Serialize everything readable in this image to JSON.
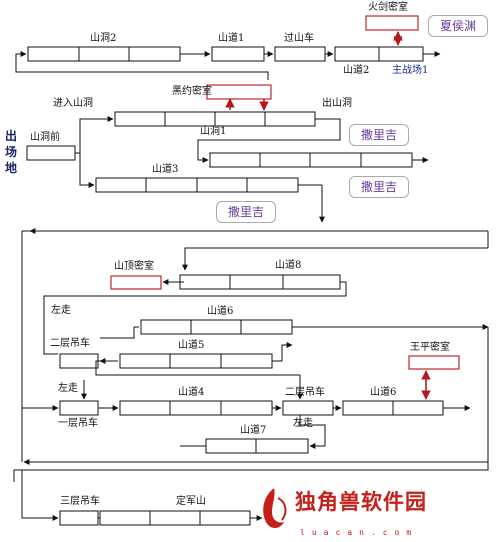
{
  "sidebar_title": "出场地",
  "labels": {
    "shandong2": "山洞2",
    "shandao1": "山道1",
    "guoshanche": "过山车",
    "shandao2": "山道2",
    "zhuzhanchang1": "主战场1",
    "huojian_mishi": "火剑密室",
    "heiyue_mishi": "黑约密室",
    "jinru_shandong": "进入山洞",
    "chu_shandong": "出山洞",
    "shandong_qian": "山洞前",
    "shandong1": "山洞1",
    "shandao3": "山道3",
    "shanding_mishi": "山顶密室",
    "shandao8": "山道8",
    "zuozou_1": "左走",
    "shandao6_top": "山道6",
    "erceng_diaoche_1": "二层吊车",
    "shandao5": "山道5",
    "zuozou_2": "左走",
    "wangping_mishi": "王平密室",
    "shandao4": "山道4",
    "erceng_diaoche_2": "二层吊车",
    "shandao6_bottom": "山道6",
    "yiceng_diaoche": "一层吊车",
    "zuozou_3": "左走",
    "shandao7": "山道7",
    "sanceng_diaoche": "三层吊车",
    "dingjunshan": "定军山"
  },
  "bubbles": {
    "xiahou_yuan": "夏侯渊",
    "sa_li_ji_1": "撒里吉",
    "sa_li_ji_2": "撒里吉",
    "sa_li_ji_3": "撒里吉"
  },
  "watermark": {
    "title": "独角兽软件园",
    "subtitle": "luacan.com"
  },
  "colors": {
    "line": "#111111",
    "room_border": "#c0272d",
    "room_arrow": "#b0191e",
    "boss_text": "#6a3d9a",
    "watermark": "#c61f1a",
    "side_title": "#1a2360"
  }
}
